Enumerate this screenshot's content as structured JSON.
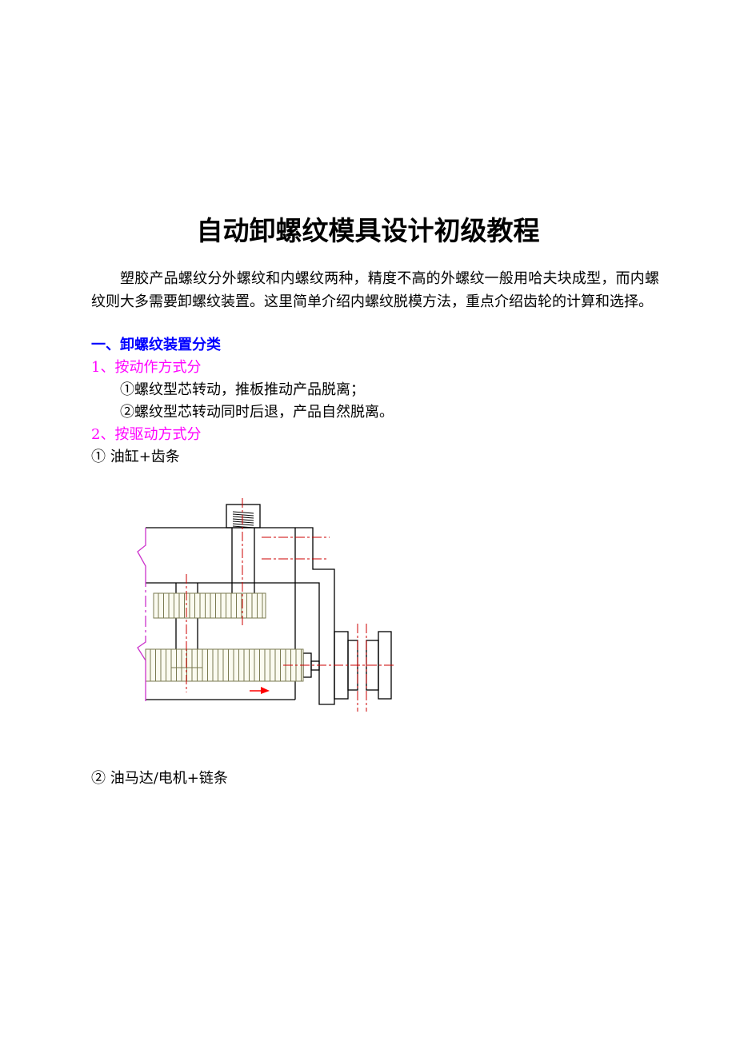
{
  "title": "自动卸螺纹模具设计初级教程",
  "intro": "塑胶产品螺纹分外螺纹和内螺纹两种，精度不高的外螺纹一般用哈夫块成型，而内螺纹则大多需要卸螺纹装置。这里简单介绍内螺纹脱模方法，重点介绍齿轮的计算和选择。",
  "section1": "一、卸螺纹装置分类",
  "sub1": "1、按动作方式分",
  "sub1_items": [
    "①螺纹型芯转动，推板推动产品脱离；",
    "②螺纹型芯转动同时后退，产品自然脱离。"
  ],
  "sub2": "2、按驱动方式分",
  "drive_items": [
    "①  油缸+齿条",
    "②  油马达/电机+链条"
  ],
  "colors": {
    "heading": "#0000ff",
    "subheading": "#ff00ff",
    "centerline": "#cc0000"
  }
}
